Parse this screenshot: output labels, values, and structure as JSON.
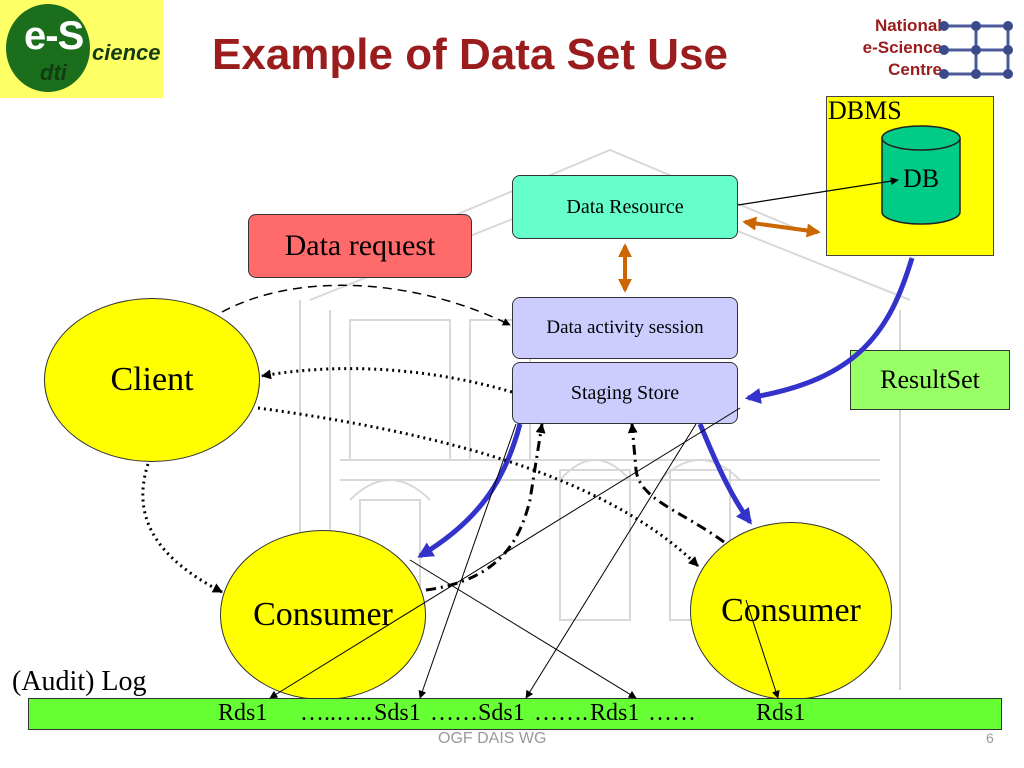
{
  "slide": {
    "title": "Example of Data Set Use",
    "footer": "OGF DAIS WG",
    "page_number": "6"
  },
  "logos": {
    "esci": {
      "main": "e-S",
      "suffix": "cience",
      "sub": "dti"
    },
    "nesc": {
      "lines": [
        "National",
        "e-Science",
        "Centre"
      ]
    }
  },
  "nodes": {
    "dbms": "DBMS",
    "db": "DB",
    "data_resource": "Data Resource",
    "data_request": "Data request",
    "data_activity_session": "Data activity session",
    "staging_store": "Staging Store",
    "resultset": "ResultSet",
    "client": "Client",
    "consumer_left": "Consumer",
    "consumer_right": "Consumer"
  },
  "log": {
    "label": "(Audit) Log",
    "entries": [
      "Rds1",
      "…..…..",
      "Sds1",
      "……",
      "Sds1",
      "…….",
      "Rds1",
      "……",
      "Rds1"
    ]
  },
  "colors": {
    "title": "#9b1c1c",
    "orange_arrow": "#cc6600",
    "blue_arrow": "#3333cc",
    "yellow": "#ffff00",
    "green": "#66ff33"
  }
}
